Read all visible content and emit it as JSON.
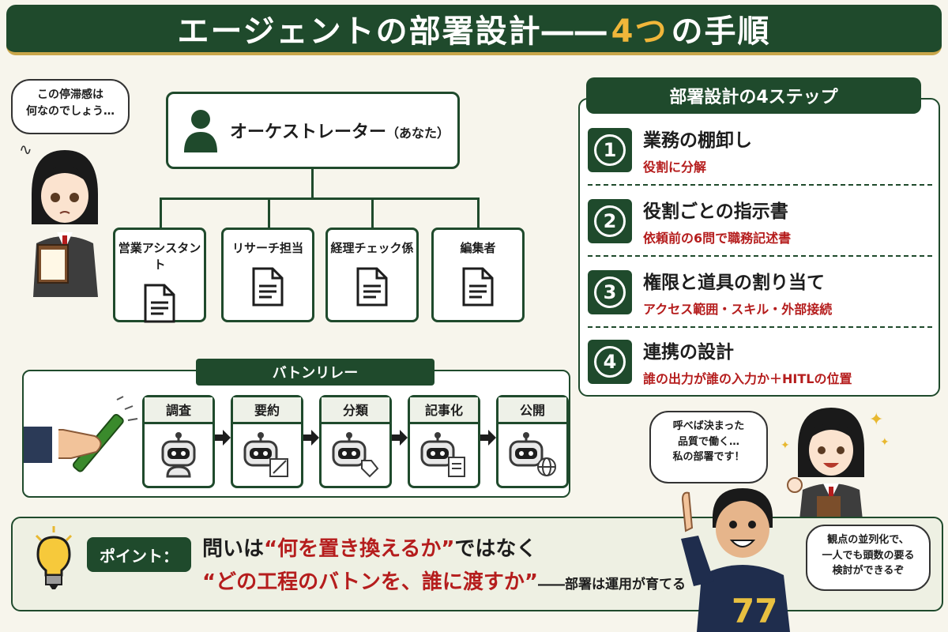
{
  "title": {
    "part1": "エージェントの部署設計――",
    "accent": "4つ",
    "part2": "の手順"
  },
  "bubble_top_left": {
    "line1": "この停滞感は",
    "line2": "何なのでしょう…"
  },
  "orchestrator": {
    "label": "オーケストレーター",
    "suffix": "（あなた）"
  },
  "departments": [
    "営業アシスタント",
    "リサーチ担当",
    "経理チェック係",
    "編集者"
  ],
  "steps_panel": {
    "header": "部署設計の4ステップ",
    "steps": [
      {
        "num": "1",
        "title": "業務の棚卸し",
        "sub": "役割に分解"
      },
      {
        "num": "2",
        "title": "役割ごとの指示書",
        "sub": "依頼前の6問で職務記述書"
      },
      {
        "num": "3",
        "title": "権限と道具の割り当て",
        "sub": "アクセス範囲・スキル・外部接続"
      },
      {
        "num": "4",
        "title": "連携の設計",
        "sub": "誰の出力が誰の入力か＋HITLの位置"
      }
    ]
  },
  "relay": {
    "header": "バトンリレー",
    "stages": [
      "調査",
      "要約",
      "分類",
      "記事化",
      "公開"
    ]
  },
  "bubble_right_girl": {
    "line1": "呼べば決まった",
    "line2": "品質で働く…",
    "line3": "私の部署です！"
  },
  "bubble_right_man": {
    "line1": "観点の並列化で、",
    "line2": "一人でも頭数の要る",
    "line3": "検討ができるぞ"
  },
  "jersey_number": "77",
  "point": {
    "badge": "ポイント：",
    "line1_a": "問いは",
    "line1_quote": "“何を置き換えるか”",
    "line1_b": "ではなく",
    "line2_quote": "“どの工程のバトンを、誰に渡すか”",
    "line2_tail": "――部署は運用が育てる"
  },
  "colors": {
    "primary": "#1f4a2c",
    "accent": "#f0b63a",
    "emphasis": "#b51d1d"
  }
}
